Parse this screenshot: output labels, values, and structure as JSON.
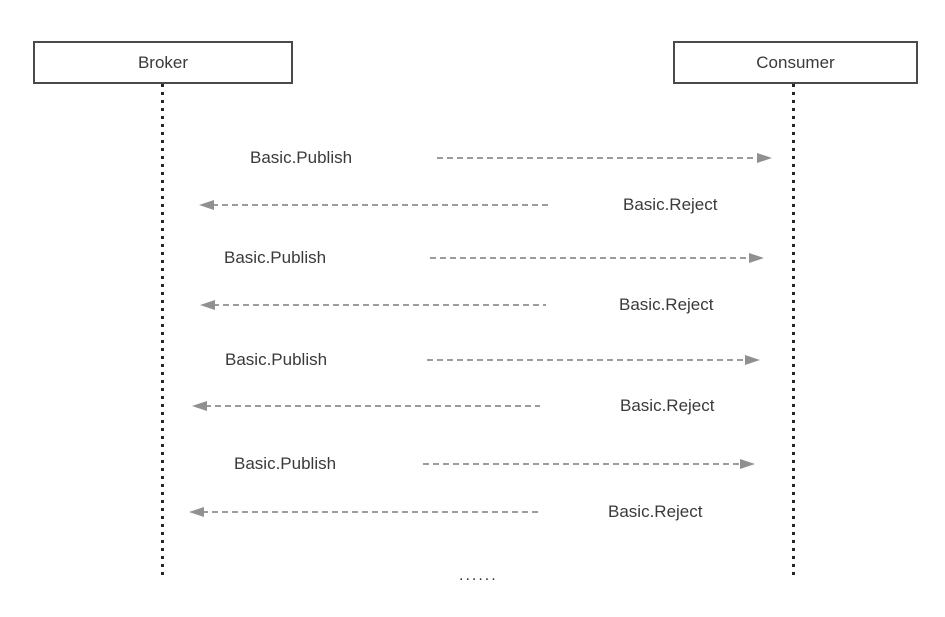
{
  "actors": [
    {
      "name": "Broker"
    },
    {
      "name": "Consumer"
    }
  ],
  "messages": [
    {
      "label": "Basic.Publish",
      "direction": "right",
      "from": "Broker",
      "to": "Consumer"
    },
    {
      "label": "Basic.Reject",
      "direction": "left",
      "from": "Consumer",
      "to": "Broker"
    },
    {
      "label": "Basic.Publish",
      "direction": "right",
      "from": "Broker",
      "to": "Consumer"
    },
    {
      "label": "Basic.Reject",
      "direction": "left",
      "from": "Consumer",
      "to": "Broker"
    },
    {
      "label": "Basic.Publish",
      "direction": "right",
      "from": "Broker",
      "to": "Consumer"
    },
    {
      "label": "Basic.Reject",
      "direction": "left",
      "from": "Consumer",
      "to": "Broker"
    },
    {
      "label": "Basic.Publish",
      "direction": "right",
      "from": "Broker",
      "to": "Consumer"
    },
    {
      "label": "Basic.Reject",
      "direction": "left",
      "from": "Consumer",
      "to": "Broker"
    }
  ],
  "continuation": "......",
  "colors": {
    "background": "#ffffff",
    "box_border": "#4a4a4a",
    "text": "#3a3a3a",
    "lifeline": "#262626",
    "arrow": "#9c9c9c",
    "arrowhead": "#909090"
  }
}
